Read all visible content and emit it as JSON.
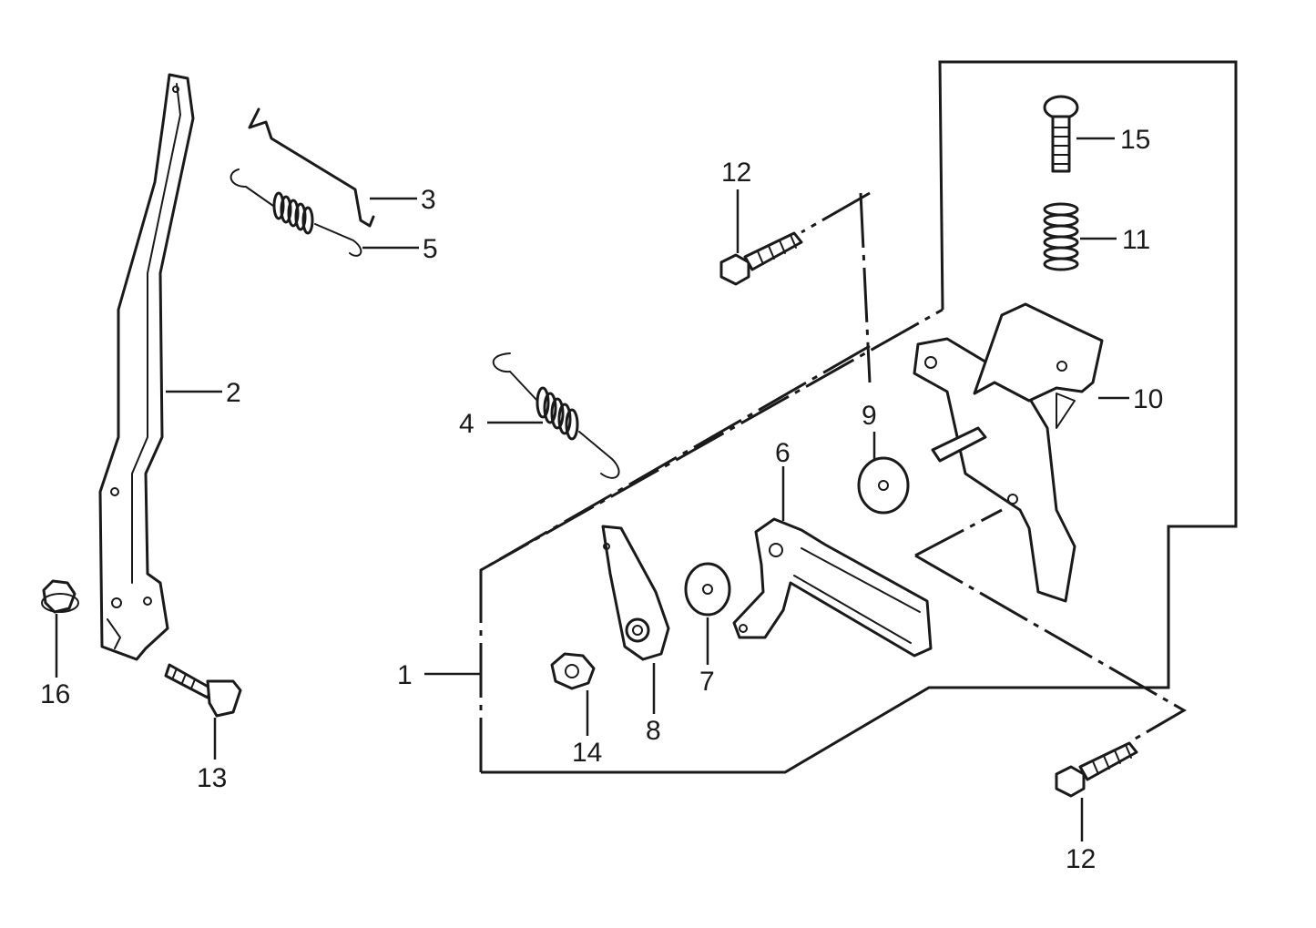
{
  "diagram": {
    "callouts": [
      {
        "id": "c1",
        "text": "1"
      },
      {
        "id": "c2",
        "text": "2"
      },
      {
        "id": "c3",
        "text": "3"
      },
      {
        "id": "c4",
        "text": "4"
      },
      {
        "id": "c5",
        "text": "5"
      },
      {
        "id": "c6",
        "text": "6"
      },
      {
        "id": "c7",
        "text": "7"
      },
      {
        "id": "c8",
        "text": "8"
      },
      {
        "id": "c9",
        "text": "9"
      },
      {
        "id": "c10",
        "text": "10"
      },
      {
        "id": "c11",
        "text": "11"
      },
      {
        "id": "c12a",
        "text": "12"
      },
      {
        "id": "c12b",
        "text": "12"
      },
      {
        "id": "c13",
        "text": "13"
      },
      {
        "id": "c14",
        "text": "14"
      },
      {
        "id": "c15",
        "text": "15"
      },
      {
        "id": "c16",
        "text": "16"
      }
    ]
  }
}
